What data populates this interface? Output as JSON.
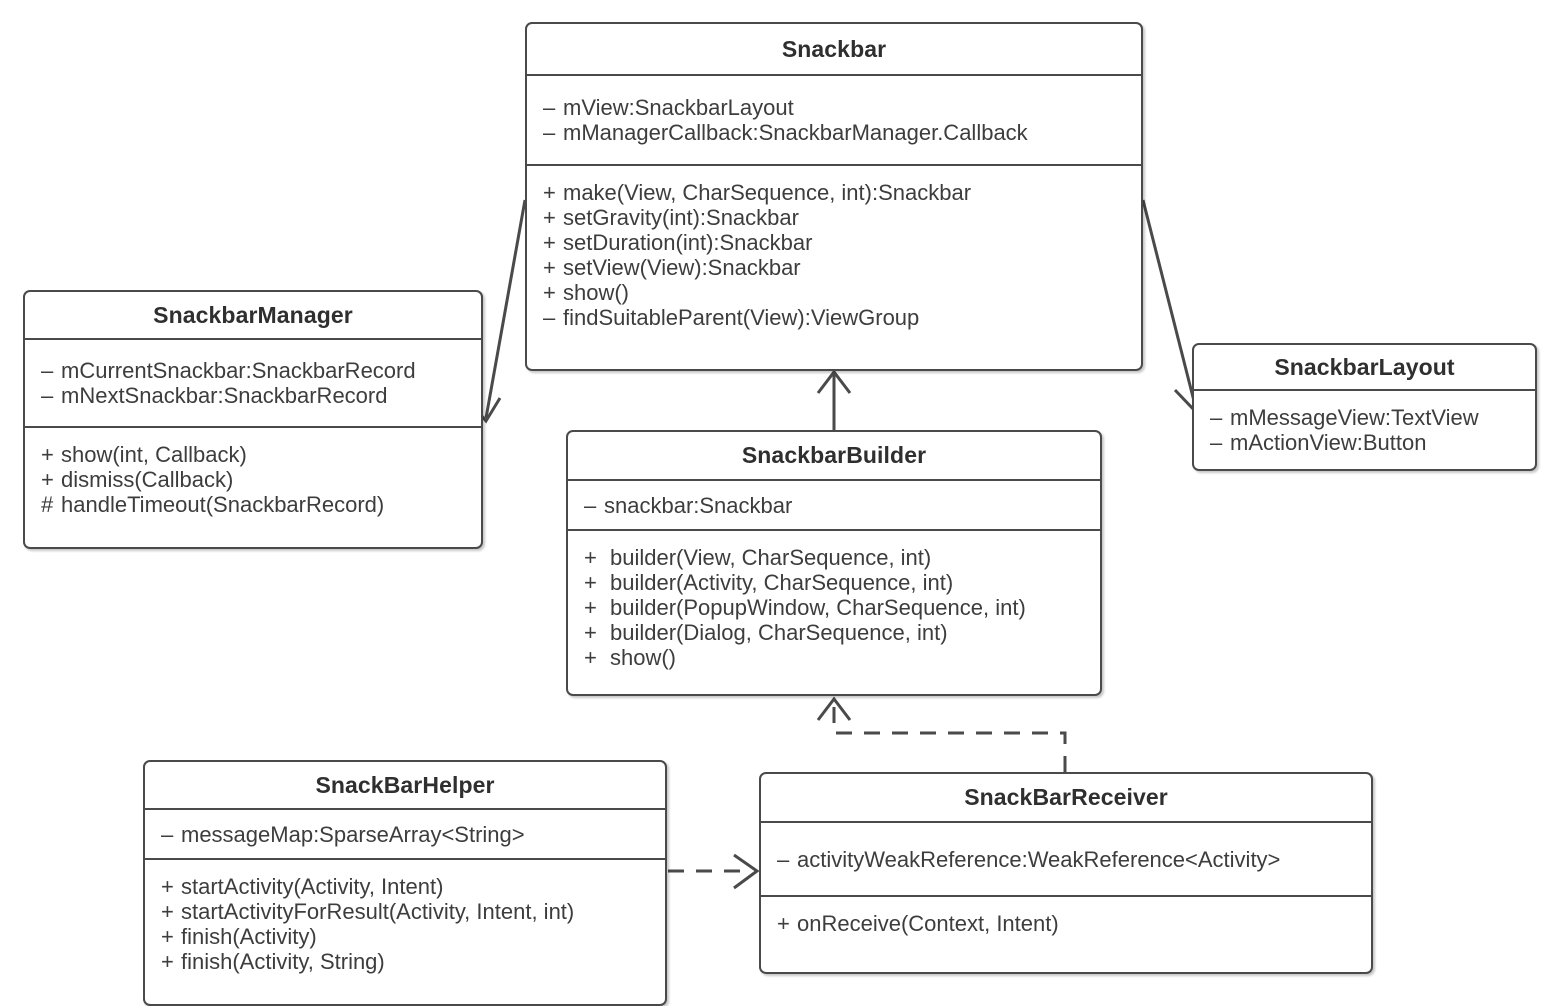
{
  "diagram": {
    "type": "uml-class-diagram",
    "stroke_color": "#4a4a4a",
    "text_color": "#3d3d3d",
    "background_color": "#ffffff"
  },
  "classes": {
    "snackbar": {
      "name": "Snackbar",
      "attributes": [
        {
          "visibility": "–",
          "text": "mView:SnackbarLayout"
        },
        {
          "visibility": "–",
          "text": "mManagerCallback:SnackbarManager.Callback"
        }
      ],
      "methods": [
        {
          "visibility": "+",
          "text": "make(View, CharSequence, int):Snackbar"
        },
        {
          "visibility": "+",
          "text": "setGravity(int):Snackbar"
        },
        {
          "visibility": "+",
          "text": "setDuration(int):Snackbar"
        },
        {
          "visibility": "+",
          "text": "setView(View):Snackbar"
        },
        {
          "visibility": "+",
          "text": "show()"
        },
        {
          "visibility": "–",
          "text": "findSuitableParent(View):ViewGroup"
        }
      ]
    },
    "snackbarmanager": {
      "name": "SnackbarManager",
      "attributes": [
        {
          "visibility": "–",
          "text": "mCurrentSnackbar:SnackbarRecord"
        },
        {
          "visibility": "–",
          "text": "mNextSnackbar:SnackbarRecord"
        }
      ],
      "methods": [
        {
          "visibility": "+",
          "text": "show(int, Callback)"
        },
        {
          "visibility": "+",
          "text": "dismiss(Callback)"
        },
        {
          "visibility": "#",
          "text": "handleTimeout(SnackbarRecord)"
        }
      ]
    },
    "snackbarlayout": {
      "name": "SnackbarLayout",
      "attributes": [
        {
          "visibility": "–",
          "text": "mMessageView:TextView"
        },
        {
          "visibility": "–",
          "text": "mActionView:Button"
        }
      ],
      "methods": []
    },
    "snackbarbuilder": {
      "name": "SnackbarBuilder",
      "attributes": [
        {
          "visibility": "–",
          "text": "snackbar:Snackbar"
        }
      ],
      "methods": [
        {
          "visibility": "+",
          "text": "builder(View, CharSequence, int)"
        },
        {
          "visibility": "+",
          "text": "builder(Activity, CharSequence, int)"
        },
        {
          "visibility": "+",
          "text": "builder(PopupWindow, CharSequence, int)"
        },
        {
          "visibility": "+",
          "text": "builder(Dialog, CharSequence, int)"
        },
        {
          "visibility": "+",
          "text": "show()"
        }
      ]
    },
    "snackbarhelper": {
      "name": "SnackBarHelper",
      "attributes": [
        {
          "visibility": "–",
          "text": "messageMap:SparseArray<String>"
        }
      ],
      "methods": [
        {
          "visibility": "+",
          "text": "startActivity(Activity, Intent)"
        },
        {
          "visibility": "+",
          "text": "startActivityForResult(Activity, Intent, int)"
        },
        {
          "visibility": "+",
          "text": "finish(Activity)"
        },
        {
          "visibility": "+",
          "text": "finish(Activity, String)"
        }
      ]
    },
    "snackbarreceiver": {
      "name": "SnackBarReceiver",
      "attributes": [
        {
          "visibility": "–",
          "text": "activityWeakReference:WeakReference<Activity>"
        }
      ],
      "methods": [
        {
          "visibility": "+",
          "text": "onReceive(Context, Intent)"
        }
      ]
    }
  },
  "relationships": [
    {
      "id": "snackbar-to-snackbarmanager",
      "from": "Snackbar",
      "to": "SnackbarManager",
      "style": "solid",
      "arrow": "open"
    },
    {
      "id": "snackbar-to-snackbarlayout",
      "from": "Snackbar",
      "to": "SnackbarLayout",
      "style": "solid",
      "arrow": "open"
    },
    {
      "id": "snackbarbuilder-to-snackbar",
      "from": "SnackbarBuilder",
      "to": "Snackbar",
      "style": "solid",
      "arrow": "open"
    },
    {
      "id": "snackbarreceiver-to-snackbarbuilder",
      "from": "SnackBarReceiver",
      "to": "SnackbarBuilder",
      "style": "dashed",
      "arrow": "open"
    },
    {
      "id": "snackbarhelper-to-snackbarreceiver",
      "from": "SnackBarHelper",
      "to": "SnackBarReceiver",
      "style": "dashed",
      "arrow": "open"
    }
  ]
}
